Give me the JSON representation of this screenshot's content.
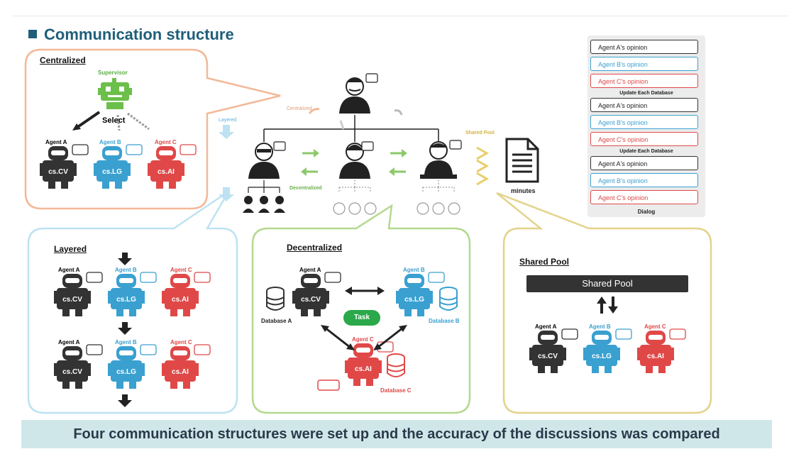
{
  "title": "Communication structure",
  "caption": "Four communication structures were set up and the accuracy of the discussions was compared",
  "panels": {
    "centralized": "Centralized",
    "layered": "Layered",
    "decentralized": "Decentralized",
    "shared_pool": "Shared Pool"
  },
  "agents": {
    "a": {
      "name": "Agent A",
      "field": "cs.CV",
      "color": "#333333"
    },
    "b": {
      "name": "Agent B",
      "field": "cs.LG",
      "color": "#3aa0d0"
    },
    "c": {
      "name": "Agent C",
      "field": "cs.AI",
      "color": "#e04848"
    }
  },
  "supervisor": "Supervisor",
  "select": "Select",
  "center": {
    "centralized": "Centralized",
    "layered": "Layered",
    "decentralized": "Decentralized",
    "shared_pool": "Shared Pool",
    "minutes": "minutes"
  },
  "dialog": {
    "title": "Dialog",
    "op_a": "Agent A's opinion",
    "op_b": "Agent B's opinion",
    "op_c": "Agent C's opinion",
    "update": "Update Each Database"
  },
  "decentralized_detail": {
    "task": "Task",
    "db_a": "Database A",
    "db_b": "Database B",
    "db_c": "Database C"
  },
  "shared_pool_bar": "Shared Pool",
  "colors": {
    "accent": "#1f5f7a",
    "green": "#2aa84a",
    "blue": "#3aa0d0",
    "red": "#e04848",
    "dark": "#333333"
  }
}
